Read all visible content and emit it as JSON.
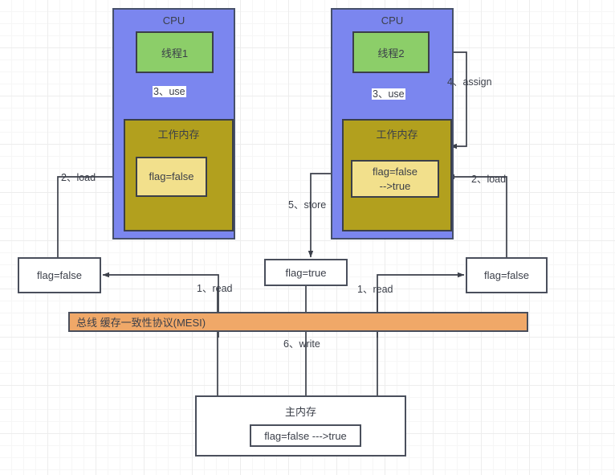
{
  "diagram": {
    "title": "Java Memory Model / MESI cache coherence diagram",
    "colors": {
      "cpu_fill": "#7b86ef",
      "thread_fill": "#8cce69",
      "working_memory_fill": "#b2a01e",
      "variable_fill": "#f2e08c",
      "bus_fill": "#f0a868",
      "stroke": "#3b3f49",
      "background": "#ffffff"
    }
  },
  "cpu_left": {
    "title": "CPU",
    "thread_label": "线程1",
    "working_memory_label": "工作内存",
    "variable_value": "flag=false"
  },
  "cpu_right": {
    "title": "CPU",
    "thread_label": "线程2",
    "working_memory_label": "工作内存",
    "variable_value_line1": "flag=false",
    "variable_value_line2": "-->true"
  },
  "caches": {
    "left": "flag=false",
    "middle": "flag=true",
    "right": "flag=false"
  },
  "bus": {
    "label": "总线 缓存一致性协议(MESI)"
  },
  "main_memory": {
    "title": "主内存",
    "variable_value": "flag=false --->true"
  },
  "steps": {
    "read_left": "1、read",
    "read_right": "1、read",
    "load_left": "2、load",
    "load_right": "2、load",
    "use_left": "3、use",
    "use_right": "3、use",
    "assign": "4、assign",
    "store": "5、store",
    "write": "6、write"
  }
}
